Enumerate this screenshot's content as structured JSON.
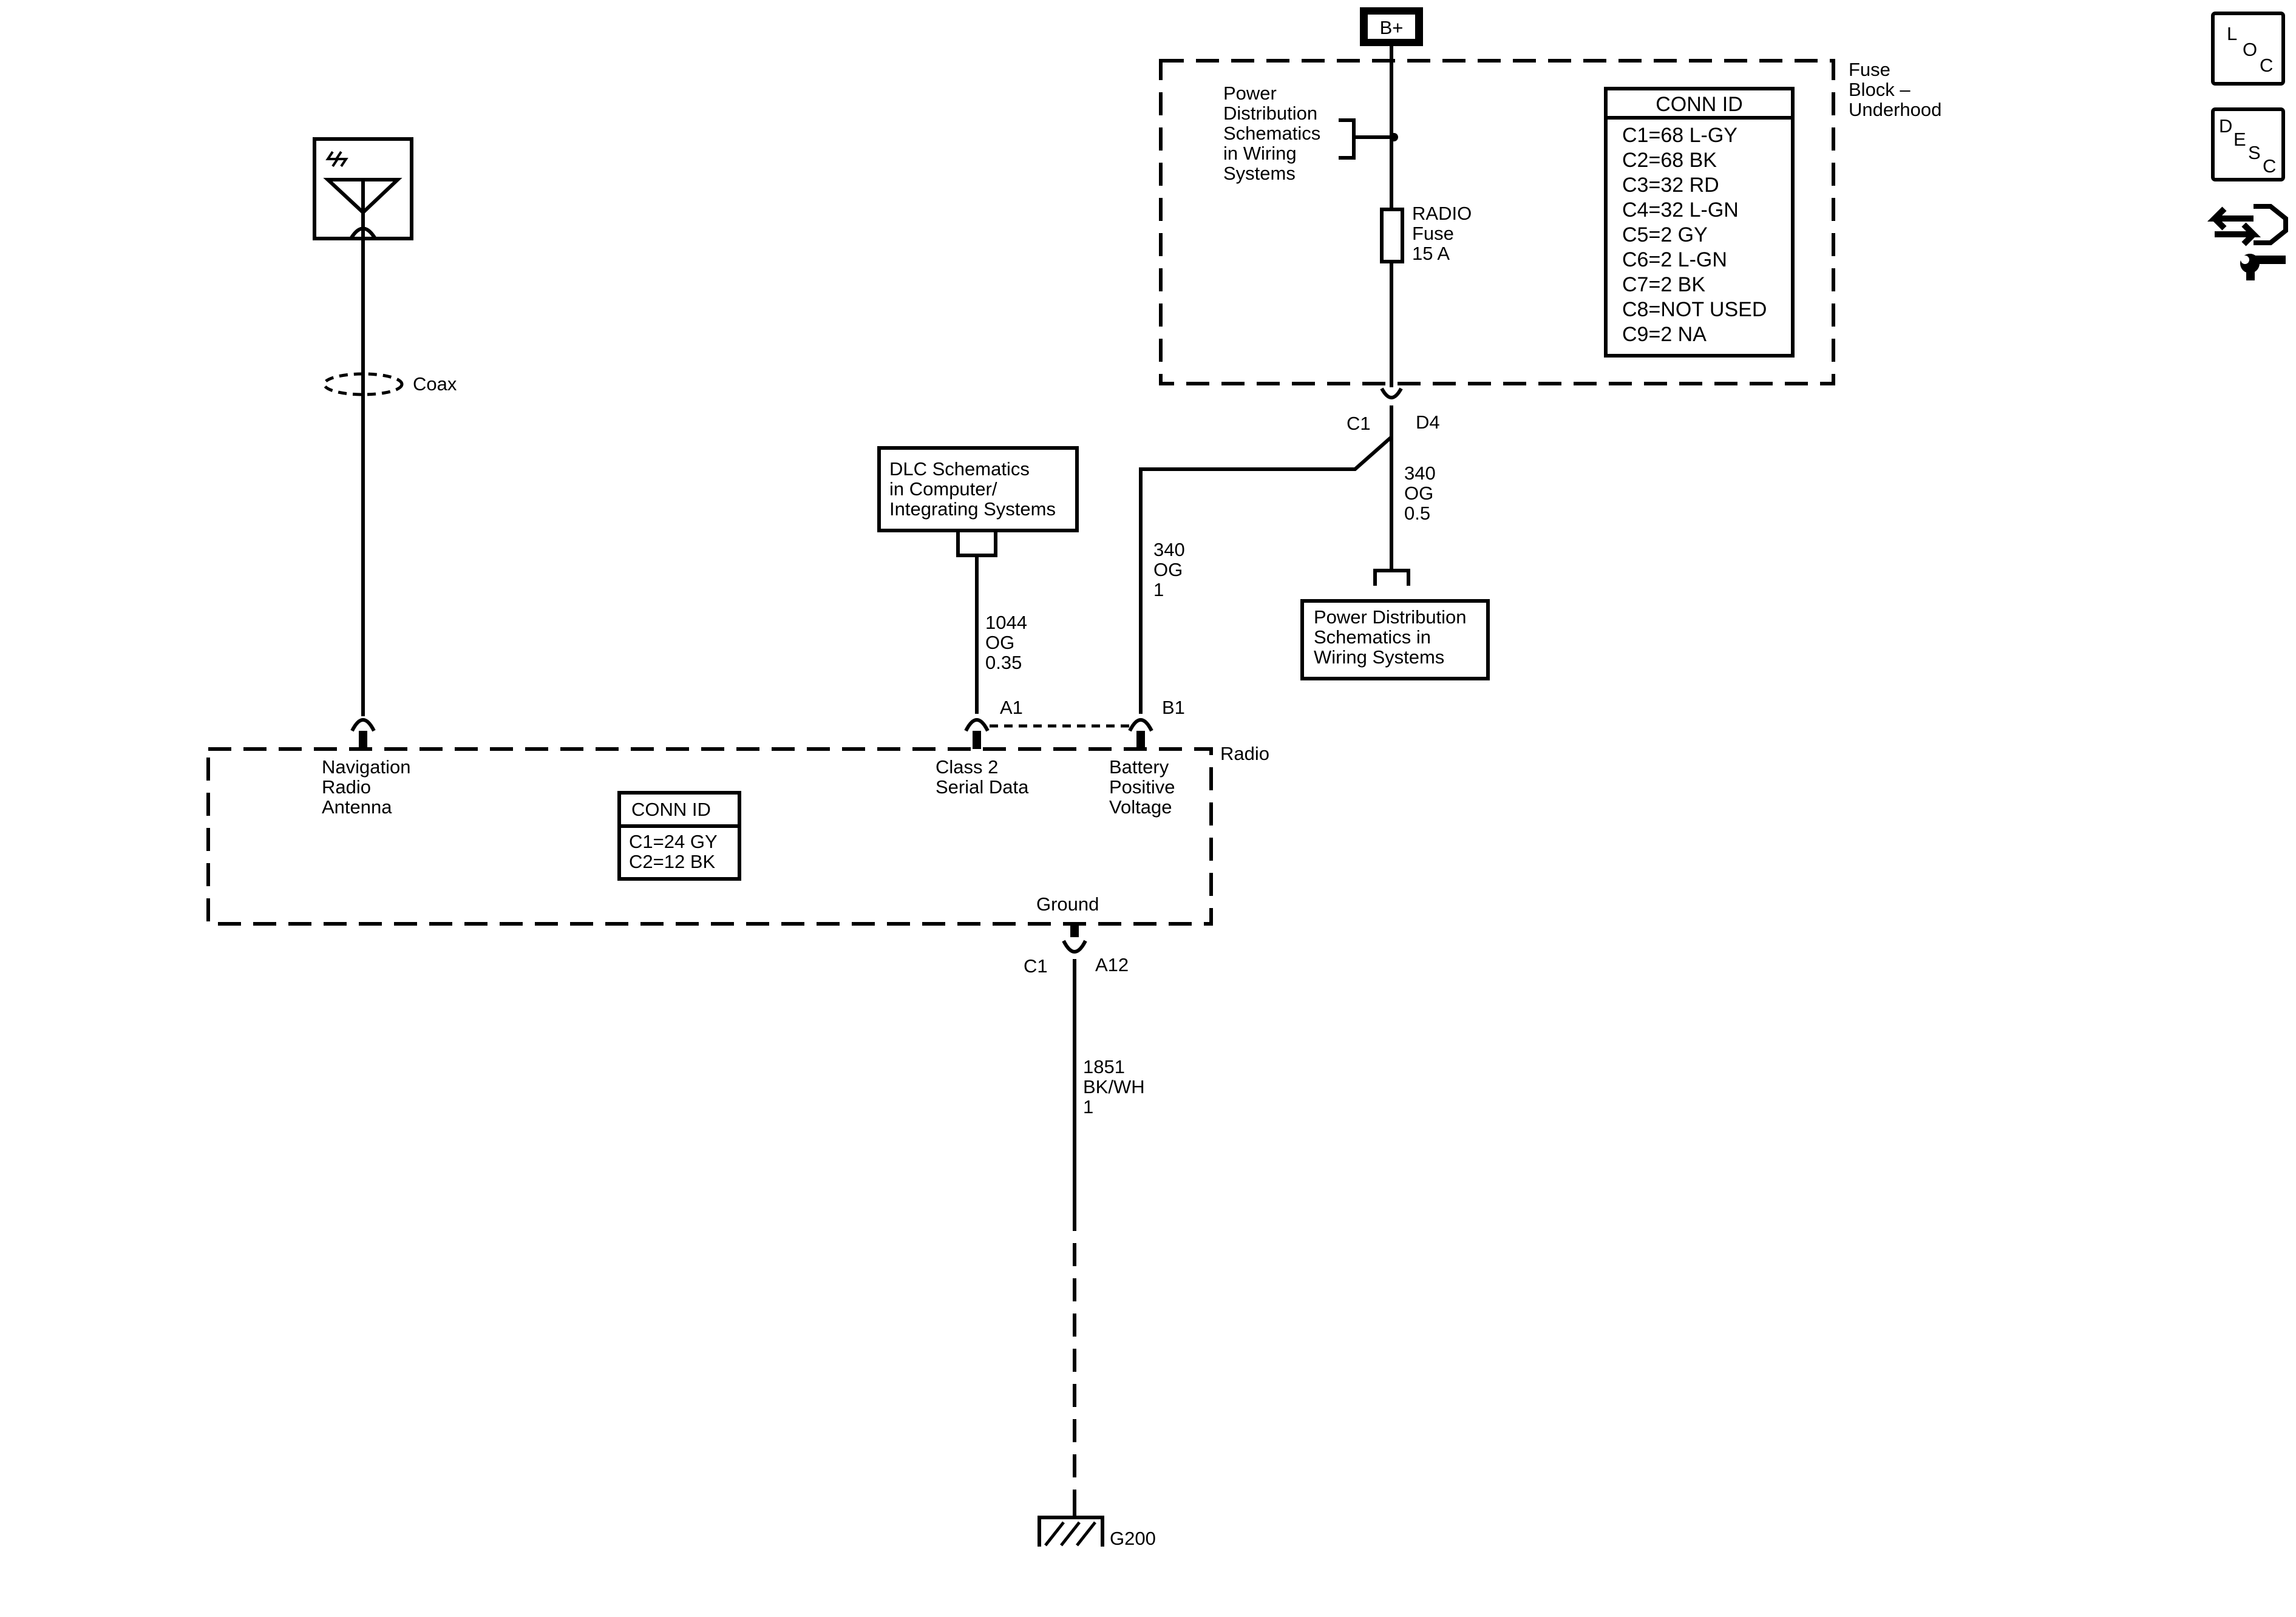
{
  "power": {
    "label": "B+"
  },
  "fuse_block": {
    "name": [
      "Fuse",
      "Block –",
      "Underhood"
    ],
    "ref_note": [
      "Power",
      "Distribution",
      "Schematics",
      "in Wiring",
      "Systems"
    ],
    "fuse": [
      "RADIO",
      "Fuse",
      "15 A"
    ],
    "conn_id_title": "CONN ID",
    "conn_ids": [
      "C1=68 L-GY",
      "C2=68 BK",
      "C3=32 RD",
      "C4=32 L-GN",
      "C5=2 GY",
      "C6=2 L-GN",
      "C7=2 BK",
      "C8=NOT USED",
      "C9=2 NA"
    ],
    "out_connector": "C1",
    "out_pin": "D4"
  },
  "wires": {
    "fuse_to_pd": [
      "340",
      "OG",
      "0.5"
    ],
    "fuse_to_radio": [
      "340",
      "OG",
      "1"
    ],
    "dlc": [
      "1044",
      "OG",
      "0.35"
    ],
    "ground": [
      "1851",
      "BK/WH",
      "1"
    ],
    "coax": "Coax"
  },
  "refs": {
    "dlc": [
      "DLC Schematics",
      "in Computer/",
      "Integrating Systems"
    ],
    "power_dist": [
      "Power Distribution",
      "Schematics in",
      "Wiring Systems"
    ]
  },
  "radio": {
    "name": "Radio",
    "antenna_label": [
      "Navigation",
      "Radio",
      "Antenna"
    ],
    "data_label": [
      "Class 2",
      "Serial Data"
    ],
    "batt_label": [
      "Battery",
      "Positive",
      "Voltage"
    ],
    "pin_a1": "A1",
    "pin_b1": "B1",
    "ground_label": "Ground",
    "ground_conn": "C1",
    "ground_pin": "A12",
    "conn_id_title": "CONN ID",
    "conn_ids": [
      "C1=24 GY",
      "C2=12 BK"
    ]
  },
  "ground_point": "G200",
  "side_buttons": [
    {
      "icon": "location-icon",
      "letters": [
        "L",
        "O",
        "C"
      ]
    },
    {
      "icon": "description-icon",
      "letters": [
        "D",
        "E",
        "S",
        "C"
      ]
    },
    {
      "icon": "connector-repair-icon"
    }
  ]
}
